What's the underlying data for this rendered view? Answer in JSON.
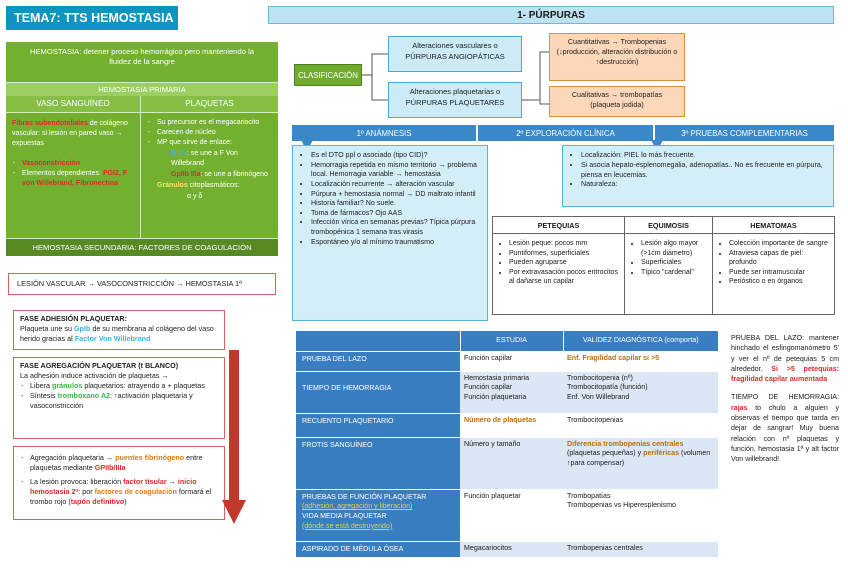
{
  "title": "TEMA7: TTS HEMOSTASIA",
  "section_title": "1- PÚRPURAS",
  "green_panel": {
    "intro": "HEMOSTASIA: detener proceso hemorrágico pero manteniendo la fluidez de la sangre",
    "primary": "HEMOSTASIA PRIMARIA",
    "col_left_title": "VASO SANGUÍNEO",
    "col_right_title": "PLAQUETAS",
    "left_fibras": "Fibras subendoteliales",
    "left_fibras_rest": " de colágeno vascular: si lesión en pared vaso → expuestas",
    "left_item1": "Vasoconstricción",
    "left_item2_prefix": "Elementos dependientes: ",
    "left_item2_red": "PGI2, F von Willebrand, Fibronectina",
    "right_item1": "Su precursor es el megacariocito",
    "right_item2": "Carecen de núcleo",
    "right_item3": "MP que sirve de enlace:",
    "right_gpib": "GpIb",
    "right_gpib_rest": ": se une a F Von Willebrand",
    "right_gpiib": "GpIIb IIIa",
    "right_gpiib_rest": ": se une a fibrinógeno",
    "right_granulos": "Gránulos",
    "right_granulos_rest": " citoplasmáticos:",
    "right_granulos_sub": "α y δ",
    "secondary": "HEMOSTASIA SECUNDARIA: FACTORES DE COAGULACIÓN"
  },
  "lesion_line": "LESIÓN VASCULAR → VASOCONSTRICCIÓN → HEMOSTASIA 1ª",
  "fase_adhesion": {
    "title": "FASE ADHESIÓN PLAQUETAR:",
    "text_a": "Plaqueta une su ",
    "gpib": "GpIb",
    "text_b": " de su membrana al colágeno del vaso herido gracias al ",
    "fvw": "Factor Von Willebrand"
  },
  "fase_agregacion": {
    "title": "FASE AGREGACIÓN PLAQUETAR (t BLANCO)",
    "intro": "La adhesión induce activación de plaquetas →",
    "item1_a": "Libera ",
    "item1_b": "gránulos",
    "item1_c": " plaquetarios: atrayendo a + plaquetas",
    "item2_a": "Síntesis ",
    "item2_b": "tromboxano A2",
    "item2_c": ": ↑activación plaquetaria y vasoconstricción"
  },
  "coag_box": {
    "item1_a": "Agregación plaquetaria → ",
    "item1_b": "puentes fibrinógeno",
    "item1_c": " entre plaquetas mediante ",
    "item1_d": "GPIIb/IIIa",
    "item2_a": "La lesión provoca: liberación ",
    "item2_b": "factor tisular",
    "item2_c": " → ",
    "item2_d": "inicio hemostasia 2ª",
    "item2_e": ": por ",
    "item2_f": "factores de coagulación",
    "item2_g": " formará el trombo rojo (",
    "item2_h": "tapón definitivo",
    "item2_i": ")"
  },
  "clasificacion": {
    "label": "CLASIFICACIÓN",
    "vasc_1": "Alteraciones vasculares o",
    "vasc_2": "PÚRPURAS ANGIOPÁTICAS",
    "plaq_1": "Alteraciones plaquetarias o",
    "plaq_2": "PÚRPURAS PLAQUETARES",
    "cuant_1": "Cuantitativas → Trombopenias",
    "cuant_2": "(↓producción, alteración distribución o ↑destrucción)",
    "cual_1": "Cualitativas → trombopatías",
    "cual_2": "(plaqueta jodida)"
  },
  "bluebar": {
    "col1": "1º ANÁMNESIS",
    "col2": "2º EXPLORACIÓN CLÍNICA",
    "col3": "3º PRUEBAS COMPLEMENTARIAS"
  },
  "anamnesis": [
    "Es el DTO ppl o asociado (tipo CID)?",
    "Hemorragia repetida en mismo territorio → problema local. Hemorragia variable → hemostasia",
    "Localización recurrente → alteración vascular",
    "Púrpura + hemostasia normal → DD maltrato infantil",
    "Historia familiar? No suele.",
    "Toma de fármacos? Ojo AAS",
    "Infección vírica en semanas previas? Típica púrpura trombopénica 1 semana tras virasis",
    "Espontáneo y/o al mínimo traumatismo"
  ],
  "exploracion": [
    "Localización: PIEL lo más frecuente.",
    "Si asocia hepato-esplenomegalia, adenopatías.. No es frecuente en púrpura, piensa en leucemias.",
    "Naturaleza:"
  ],
  "lesiones": {
    "headers": [
      "PETEQUIAS",
      "EQUIMOSIS",
      "HEMATOMAS"
    ],
    "petequias": [
      "Lesión peque: pocos mm",
      "Puntiformes, superficiales",
      "Pueden agruparse",
      "Por extravasación pocos eritrocitos al dañarse un capilar"
    ],
    "equimosis": [
      "Lesión algo mayor (>1cm diámetro)",
      "Superficiales",
      "Típico \"cardenal\""
    ],
    "hematomas": [
      "Colección importante de sangre",
      "Atraviesa capas de piel: profundo",
      "Puede ser intramuscular",
      "Perióstico o en órganos"
    ]
  },
  "pruebas_table": {
    "col_estudia": "ESTUDIA",
    "col_validez": "VALIDEZ DIAGNÓSTICA (comporta)",
    "rows": [
      {
        "name": "PRUEBA DEL LAZO",
        "estudia": "Función capilar",
        "validez": "Enf. Fragilidad capilar si >5"
      },
      {
        "name": "TIEMPO DE HEMORRAGIA",
        "estudia_1": "Hemostasia primaria",
        "estudia_2": "Función capilar",
        "estudia_3": "Función plaquetaria",
        "validez_1": "Trombocitopenia (nº)",
        "validez_2": "Trombocitopatía (función)",
        "validez_3": "Enf. Von Willebrand"
      },
      {
        "name": "RECUENTO PLAQUETARIO",
        "estudia": "Número de plaquetas",
        "validez": "Trombocitopenias"
      },
      {
        "name": "FROTIS SANGUÍNEO",
        "estudia": "Número y tamaño",
        "validez_a": "Diferencia trombopenias centrales",
        "validez_b": " (plaquetas pequeñas) y ",
        "validez_c": "periféricas",
        "validez_d": " (volumen ↑para compensar)"
      },
      {
        "name_1": "PRUEBAS DE FUNCIÓN PLAQUETAR",
        "name_2": "(adhesión, agregación y liberación)",
        "name_3": "VIDA MEDIA PLAQUETAR",
        "name_4": "(dónde se está destruyendo)",
        "estudia": "Función plaquetar",
        "validez_1": "Trombopatías",
        "validez_2": "Trombopenias vs Hiperesplenismo"
      },
      {
        "name": "ASPIRADO DE MÉDULA ÓSEA",
        "estudia": "Megacariocitos",
        "validez": "Trombopenias centrales"
      }
    ]
  },
  "side_note": {
    "lazo_a": "PRUEBA DEL LAZO: mantener hinchado el esfingomanómetro 5' y ver el nº de petequias 5 cm alrededor. ",
    "lazo_b": "Si >5 petequias: fragilidad capilar aumentada",
    "th_a": "TIEMPO DE HEMORRAGIA: ",
    "th_b": "rajas",
    "th_c": " to chulo a alguien y observas el tiempo que tarda en dejar de sangrar! Muy buena relación con nº plaquetas y función, hemostasia 1ª y alt factor Von willebrand!"
  }
}
